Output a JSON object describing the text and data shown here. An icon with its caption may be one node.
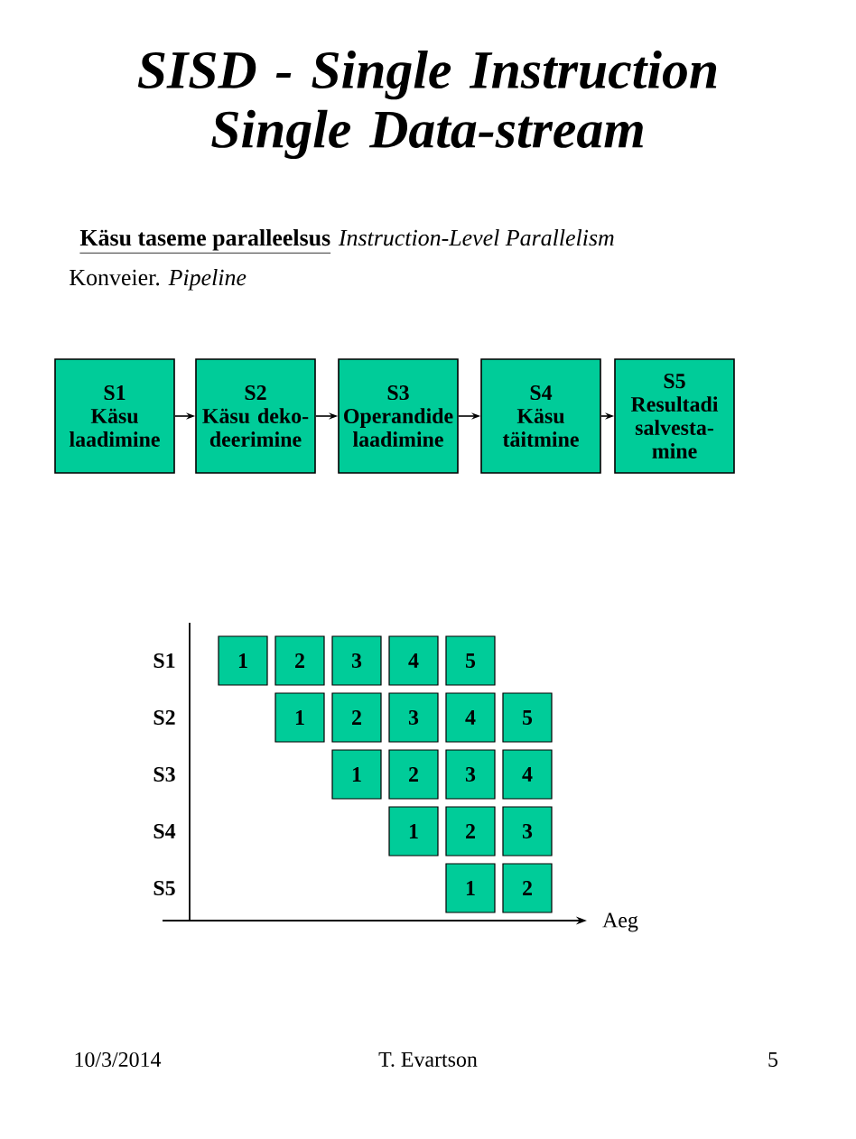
{
  "diagram": {
    "title": "SISD - Single Instruction Single Data-stream",
    "nodes": [
      {
        "text": [
          "S1",
          "Käsu laadimine"
        ]
      },
      {
        "text": [
          "S2",
          "Käsu deko-deerimine"
        ]
      },
      {
        "text": [
          "S3",
          "Operandide laadimine"
        ]
      },
      {
        "text": [
          "S4",
          "Käsu täitmine"
        ]
      },
      {
        "text": [
          "S5",
          "Resultadi salvesta-mine"
        ]
      },
      {
        "text": [
          "1"
        ]
      },
      {
        "text": [
          "2"
        ]
      },
      {
        "text": [
          "3"
        ]
      },
      {
        "text": [
          "4"
        ]
      },
      {
        "text": [
          "5"
        ]
      },
      {
        "text": [
          "1"
        ]
      },
      {
        "text": [
          "2"
        ]
      },
      {
        "text": [
          "3"
        ]
      },
      {
        "text": [
          "4"
        ]
      },
      {
        "text": [
          "5"
        ]
      },
      {
        "text": [
          "1"
        ]
      },
      {
        "text": [
          "2"
        ]
      },
      {
        "text": [
          "3"
        ]
      },
      {
        "text": [
          "4"
        ]
      },
      {
        "text": [
          "1"
        ]
      },
      {
        "text": [
          "2"
        ]
      },
      {
        "text": [
          "3"
        ]
      },
      {
        "text": [
          "1"
        ]
      },
      {
        "text": [
          "2"
        ]
      }
    ],
    "edges": [
      {
        "from": 0,
        "to": 1,
        "arrow": "to"
      },
      {
        "from": 1,
        "to": 2,
        "arrow": "to"
      },
      {
        "from": 2,
        "to": 3,
        "arrow": "to"
      },
      {
        "from": 3,
        "to": 4,
        "arrow": "to"
      }
    ],
    "labels": [
      "Käsu taseme paralleelsus",
      "Instruction-Level Parallelism",
      "Konveier.",
      "Pipeline",
      "S1",
      "S2",
      "S3",
      "S4",
      "S5",
      "Aeg",
      "10/3/2014",
      "T. Evartson",
      "5"
    ]
  }
}
